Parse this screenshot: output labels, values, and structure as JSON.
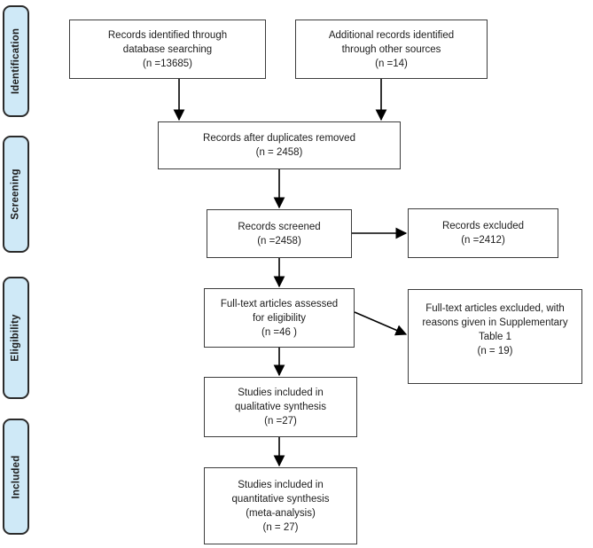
{
  "palette": {
    "background": "#ffffff",
    "sidebar_fill": "#cfe9f7",
    "sidebar_border": "#2b2b2b",
    "box_border": "#3c3c3c",
    "arrow": "#000000",
    "text": "#1c1c1c"
  },
  "sidebar": {
    "stages": [
      {
        "label": "Identification"
      },
      {
        "label": "Screening"
      },
      {
        "label": "Eligibility"
      },
      {
        "label": "Included"
      }
    ]
  },
  "flow": {
    "boxes": [
      {
        "name": "records-identified-database",
        "lines": [
          "Records identified through",
          "database searching",
          "(n =13685)"
        ]
      },
      {
        "name": "additional-records-other-sources",
        "lines": [
          "Additional records identified",
          "through other sources",
          "(n =14)"
        ]
      },
      {
        "name": "records-after-duplicates-removed",
        "lines": [
          "Records after duplicates removed",
          "(n = 2458)"
        ]
      },
      {
        "name": "records-screened",
        "lines": [
          "Records screened",
          "(n =2458)"
        ]
      },
      {
        "name": "records-excluded",
        "lines": [
          "Records excluded",
          "(n =2412)"
        ]
      },
      {
        "name": "fulltext-assessed",
        "lines": [
          "Full-text articles assessed",
          "for eligibility",
          "(n =46 )"
        ]
      },
      {
        "name": "fulltext-excluded",
        "lines": [
          "Full-text articles excluded, with",
          "reasons given in Supplementary",
          "Table 1",
          "(n = 19)"
        ]
      },
      {
        "name": "qualitative-synthesis",
        "lines": [
          "Studies included in",
          "qualitative synthesis",
          "(n =27)"
        ]
      },
      {
        "name": "quantitative-synthesis",
        "lines": [
          "Studies included in",
          "quantitative synthesis",
          "(meta-analysis)",
          "(n = 27)"
        ]
      }
    ]
  }
}
